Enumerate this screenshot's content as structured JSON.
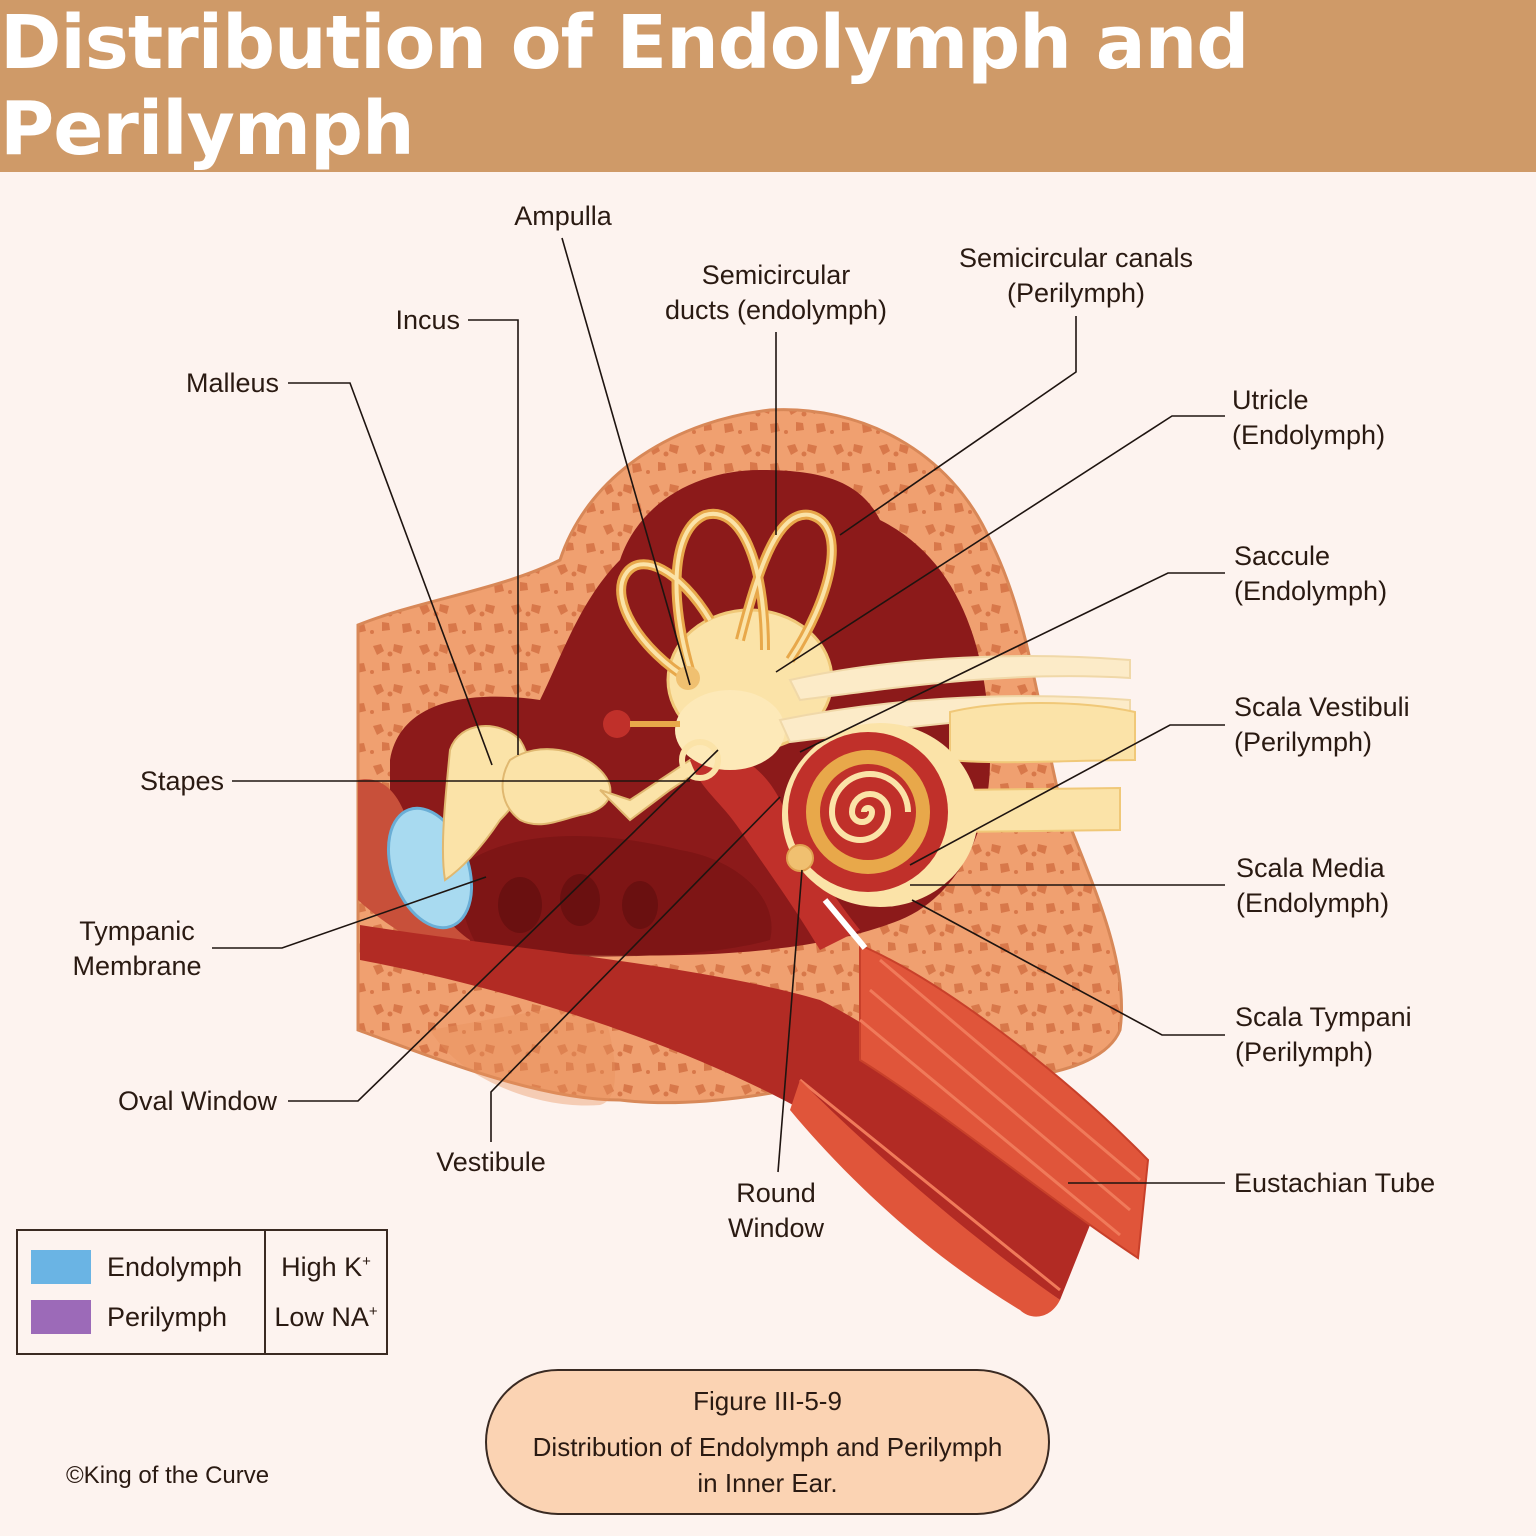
{
  "header": {
    "title": "Distribution of Endolymph and Perilymph"
  },
  "labels": {
    "ampulla": "Ampulla",
    "semicircular_ducts_line1": "Semicircular",
    "semicircular_ducts_line2": "ducts (endolymph)",
    "semicircular_canals_line1": "Semicircular canals",
    "semicircular_canals_line2": "(Perilymph)",
    "incus": "Incus",
    "malleus": "Malleus",
    "utricle_line1": "Utricle",
    "utricle_line2": "(Endolymph)",
    "saccule_line1": "Saccule",
    "saccule_line2": "(Endolymph)",
    "scala_vestibuli_line1": "Scala Vestibuli",
    "scala_vestibuli_line2": "(Perilymph)",
    "stapes": "Stapes",
    "scala_media_line1": "Scala Media",
    "scala_media_line2": "(Endolymph)",
    "tympanic_membrane_line1": "Tympanic",
    "tympanic_membrane_line2": "Membrane",
    "scala_tympani_line1": "Scala Tympani",
    "scala_tympani_line2": "(Perilymph)",
    "oval_window": "Oval Window",
    "vestibule": "Vestibule",
    "round_window_line1": "Round",
    "round_window_line2": "Window",
    "eustachian_tube": "Eustachian Tube"
  },
  "legend": {
    "items": [
      {
        "label": "Endolymph",
        "color": "#6ab4e4"
      },
      {
        "label": "Perilymph",
        "color": "#9c6ab8"
      }
    ],
    "values": [
      {
        "text": "High K",
        "sup": "+"
      },
      {
        "text": "Low NA",
        "sup": "+"
      }
    ]
  },
  "caption": {
    "figure": "Figure III-5-9",
    "line1": "Distribution of Endolymph and Perilymph",
    "line2": "in Inner Ear."
  },
  "copyright": "©King of the Curve",
  "colors": {
    "header": "#cf9a68",
    "background": "#fdf3ef",
    "bone": "#f0a070",
    "bone_spots": "#d8784a",
    "dark_red": "#8c1a1a",
    "red": "#b22b24",
    "cream": "#fbe3a8",
    "gold": "#e8a84a",
    "muscle": "#e0553a",
    "tympanic": "#a8daf0"
  }
}
